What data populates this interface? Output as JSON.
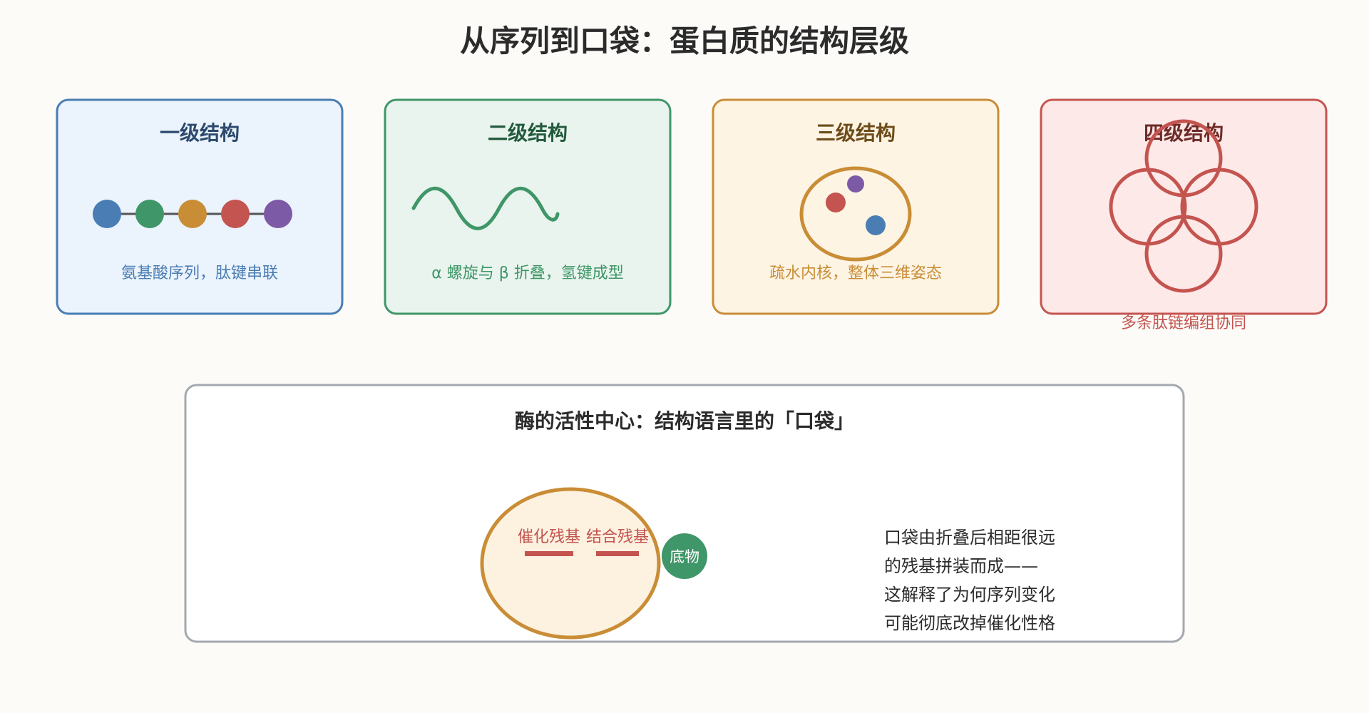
{
  "title": "从序列到口袋：蛋白质的结构层级",
  "colors": {
    "blue": "#4a7db3",
    "green": "#3f9668",
    "orange": "#c98d36",
    "red": "#c4544f",
    "purple": "#7d5aa6",
    "gray": "#a4a8b0",
    "text": "#2b2b2b"
  },
  "cards": [
    {
      "id": "primary",
      "title": "一级结构",
      "caption": "氨基酸序列，肽键串联",
      "icon": "bead-chain"
    },
    {
      "id": "secondary",
      "title": "二级结构",
      "caption": "α 螺旋与 β 折叠，氢键成型",
      "icon": "helix-wave"
    },
    {
      "id": "tertiary",
      "title": "三级结构",
      "caption": "疏水内核，整体三维姿态",
      "icon": "folded-globule"
    },
    {
      "id": "quaternary",
      "title": "四级结构",
      "caption": "多条肽链编组协同",
      "icon": "subunit-circles"
    }
  ],
  "enzyme": {
    "title": "酶的活性中心：结构语言里的「口袋」",
    "catalytic_label": "催化残基",
    "binding_label": "结合残基",
    "substrate_label": "底物",
    "note_lines": [
      "口袋由折叠后相距很远",
      "的残基拼装而成——",
      "这解释了为何序列变化",
      "可能彻底改掉催化性格"
    ]
  }
}
